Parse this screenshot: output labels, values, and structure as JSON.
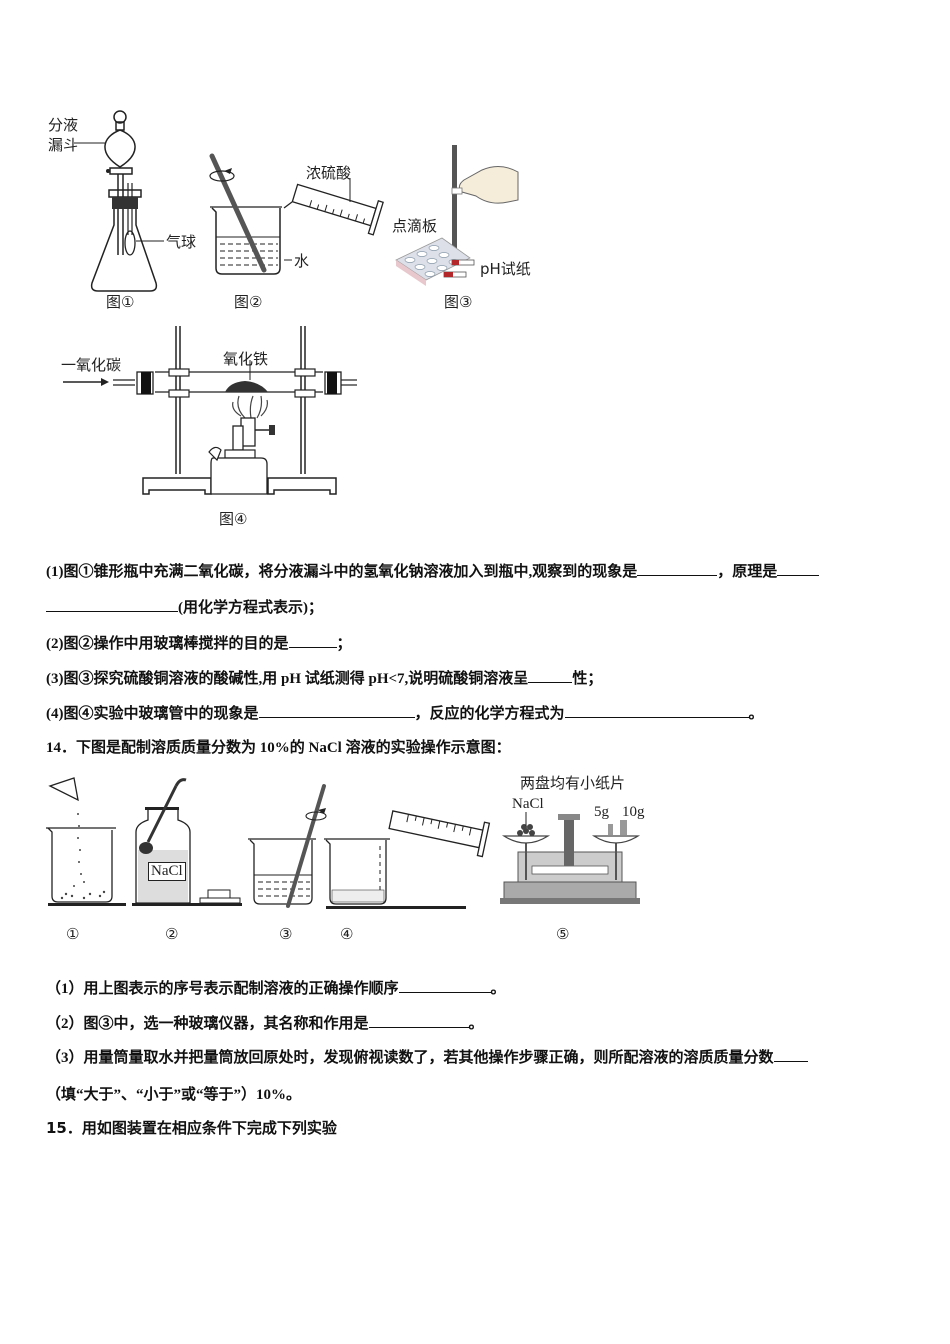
{
  "figures_top": {
    "fig1": {
      "caption": "图①",
      "labels": {
        "funnel": "分液\n漏斗",
        "funnel_line1": "分液",
        "funnel_line2": "漏斗",
        "balloon": "气球"
      }
    },
    "fig2": {
      "caption": "图②",
      "labels": {
        "acid": "浓硫酸",
        "water": "水"
      }
    },
    "fig3": {
      "caption": "图③",
      "labels": {
        "plate": "点滴板",
        "paper": "pH试纸"
      }
    },
    "fig4": {
      "caption": "图④",
      "labels": {
        "co": "一氧化碳",
        "fe2o3": "氧化铁"
      }
    }
  },
  "q13": {
    "p1_line1": {
      "a": "(1)图①锥形瓶中充满二氧化碳，将分液漏斗中的氢氧化钠溶液加入到瓶中,观察到的现象是",
      "b": "，原理是"
    },
    "p1_line2": {
      "a": "(用化学方程式表示)；"
    },
    "p2": {
      "a": "(2)图②操作中用玻璃棒搅拌的目的是",
      "b": "；"
    },
    "p3": {
      "a": "(3)图③探究硫酸铜溶液的酸碱性,用 pH 试纸测得 pH<7,说明硫酸铜溶液呈",
      "b": "性；"
    },
    "p4": {
      "a": "(4)图④实验中玻璃管中的现象是",
      "b": "，反应的化学方程式为",
      "c": "。"
    }
  },
  "q14": {
    "title": "14．下图是配制溶质质量分数为 10%的 NaCl 溶液的实验操作示意图：",
    "figures": {
      "labels": [
        "①",
        "②",
        "③",
        "④",
        "⑤"
      ],
      "bottle_label": "NaCl",
      "balance_note": "两盘均有小纸片",
      "balance_left": "NaCl",
      "balance_w1": "5g",
      "balance_w2": "10g"
    },
    "p1": {
      "a": "（1）用上图表示的序号表示配制溶液的正确操作顺序",
      "b": "。"
    },
    "p2": {
      "a": "（2）图③中，选一种玻璃仪器，其名称和作用是",
      "b": "。"
    },
    "p3_line1": {
      "a": "（3）用量筒量取水并把量筒放回原处时，发现俯视读数了，若其他操作步骤正确，则所配溶液的溶质质量分数"
    },
    "p3_line2": {
      "a": "（填“大于”、“小于”或“等于”）10%。"
    }
  },
  "q15": {
    "title": "15．用如图装置在相应条件下完成下列实验"
  }
}
